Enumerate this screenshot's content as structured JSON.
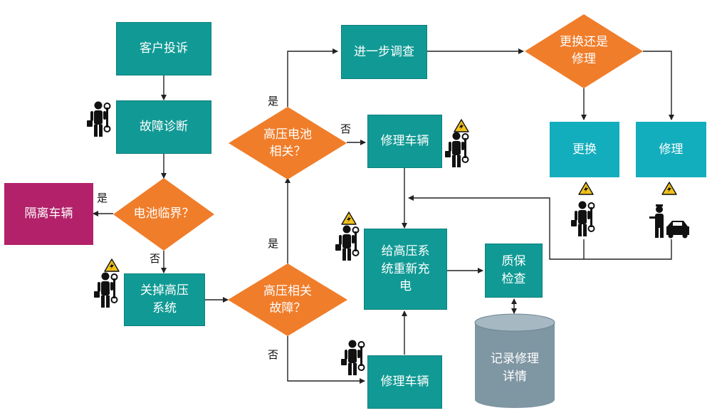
{
  "nodes": {
    "customer_complaint": "客户投诉",
    "fault_diagnosis": "故障诊断",
    "battery_critical": "电池临界？",
    "isolate_vehicle": "隔离车辆",
    "shutdown_hv_l1": "关掉高压",
    "shutdown_hv_l2": "系统",
    "hv_fault_l1": "高压相关",
    "hv_fault_l2": "故障？",
    "hv_battery_l1": "高压电池",
    "hv_battery_l2": "相关？",
    "further_investigation": "进一步调查",
    "replace_or_repair_l1": "更换还是",
    "replace_or_repair_l2": "修理",
    "replace": "更换",
    "repair": "修理",
    "repair_vehicle_top": "修理车辆",
    "repair_vehicle_bottom": "修理车辆",
    "recharge_l1": "给高压系",
    "recharge_l2": "统重新充",
    "recharge_l3": "电",
    "quality_l1": "质保",
    "quality_l2": "检查",
    "record_l1": "记录修理",
    "record_l2": "详情"
  },
  "edge_labels": {
    "yes_isolate": "是",
    "no_shutdown": "否",
    "yes_hv_battery": "是",
    "no_repair_bottom": "否",
    "yes_investigate": "是",
    "no_repair_top": "否"
  },
  "colors": {
    "process": "#119a95",
    "decision": "#f07d2a",
    "terminal_repair": "#13aebd",
    "isolate": "#b2216a",
    "database": "#7f96a3",
    "warning": "#f2c21b"
  },
  "icons": [
    "technician-icon",
    "warning-icon",
    "mechanic-car-icon"
  ]
}
